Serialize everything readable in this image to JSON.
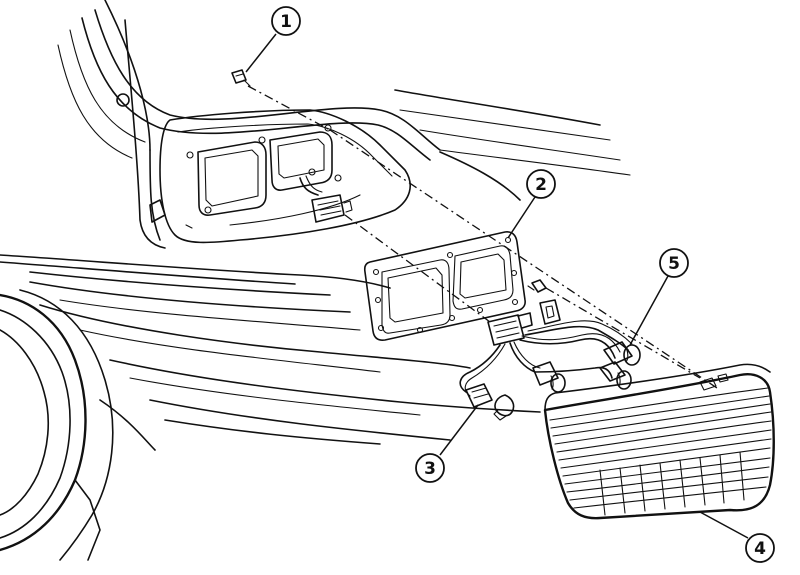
{
  "figure": {
    "callouts": [
      {
        "id": "c1",
        "label": "1",
        "part": "screw-1"
      },
      {
        "id": "c2",
        "label": "2",
        "part": "gasket-2"
      },
      {
        "id": "c3",
        "label": "3",
        "part": "bulb-socket-3"
      },
      {
        "id": "c4",
        "label": "4",
        "part": "tail-lamp-lens-4"
      },
      {
        "id": "c5",
        "label": "5",
        "part": "bulb-socket-5"
      }
    ],
    "colors": {
      "ink": "#111111",
      "paper": "#ffffff"
    }
  }
}
